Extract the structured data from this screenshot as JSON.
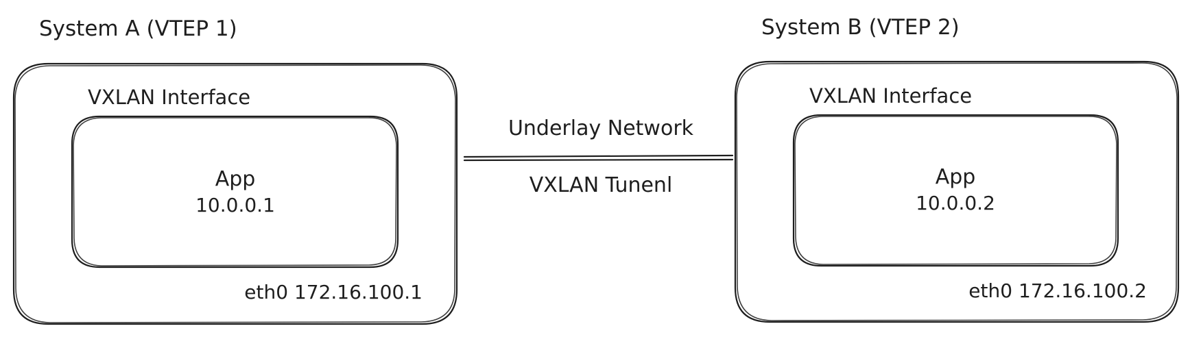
{
  "system_a": {
    "title": "System A (VTEP 1)",
    "interface_label": "VXLAN Interface",
    "app_name": "App",
    "app_ip": "10.0.0.1",
    "eth": "eth0 172.16.100.1"
  },
  "system_b": {
    "title": "System B (VTEP 2)",
    "interface_label": "VXLAN Interface",
    "app_name": "App",
    "app_ip": "10.0.0.2",
    "eth": "eth0 172.16.100.2"
  },
  "link": {
    "top_label": "Underlay Network",
    "bottom_label": "VXLAN Tunenl"
  },
  "colors": {
    "stroke": "#1e1e1e",
    "background": "#ffffff"
  }
}
